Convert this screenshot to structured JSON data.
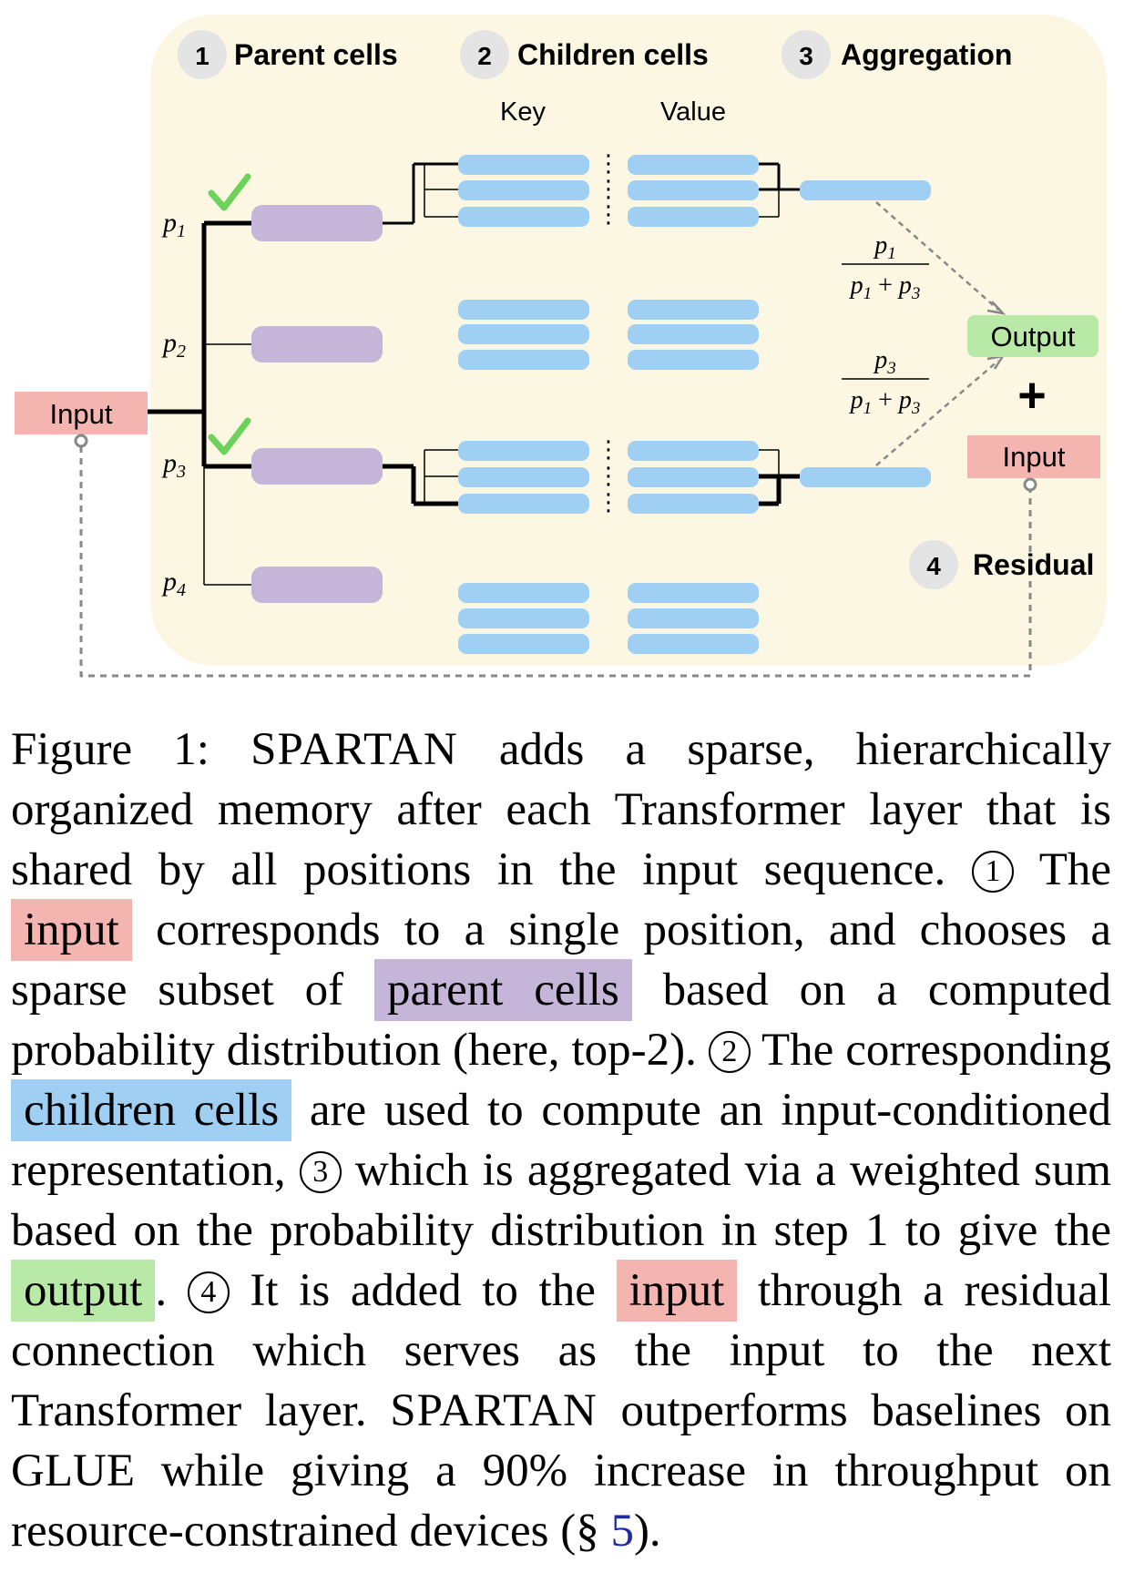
{
  "diagram": {
    "steps": {
      "s1": {
        "num": "1",
        "label": "Parent cells"
      },
      "s2": {
        "num": "2",
        "label": "Children cells"
      },
      "s3": {
        "num": "3",
        "label": "Aggregation"
      },
      "s4": {
        "num": "4",
        "label": "Residual"
      }
    },
    "key_label": "Key",
    "value_label": "Value",
    "input_label": "Input",
    "output_label": "Output",
    "input_right_label": "Input",
    "plus": "+",
    "dots": "⋮",
    "probs": {
      "p1": "p1",
      "p2": "p2",
      "p3": "p3",
      "p4": "p4"
    },
    "frac1": {
      "num": "p1",
      "den": "p1 + p3"
    },
    "frac2": {
      "num": "p3",
      "den": "p1 + p3"
    },
    "checkmark": "✓",
    "colors": {
      "panel": "#fbf7e2",
      "parent": "#c4b5d9",
      "child": "#9fd0f3",
      "output": "#b8e9a6",
      "input": "#f4b4b0",
      "check": "#6bd35a",
      "badge": "#e4e4e4"
    }
  },
  "caption": {
    "fig": "Figure 1:",
    "model": "SPARTAN",
    "t1": "adds a sparse, hierarchically organized memory after each Transformer layer that is shared by all positions in the input sequence.",
    "c1": "1",
    "t2": "The",
    "hl_input": "input",
    "t3": "corresponds to a single position, and chooses a sparse subset of",
    "hl_parent": "parent cells",
    "t4": "based on a computed probability distribution (here, top-2).",
    "c2": "2",
    "t5": "The corresponding",
    "hl_child": "children cells",
    "t6": "are used to compute an input-conditioned representation,",
    "c3": "3",
    "t7": "which is aggregated via a weighted sum based on the probability distribution in step 1 to give the",
    "hl_output": "output",
    "t8": ".",
    "c4": "4",
    "t9": "It is added to the",
    "hl_input2": "input",
    "t10": "through a residual connection which serves as the input to the next Transformer layer.",
    "model2": "SPARTAN",
    "t11": "outperforms baselines on GLUE while giving a 90% increase in throughput on resource-constrained devices (§",
    "ref": "5",
    "t12": ")."
  }
}
